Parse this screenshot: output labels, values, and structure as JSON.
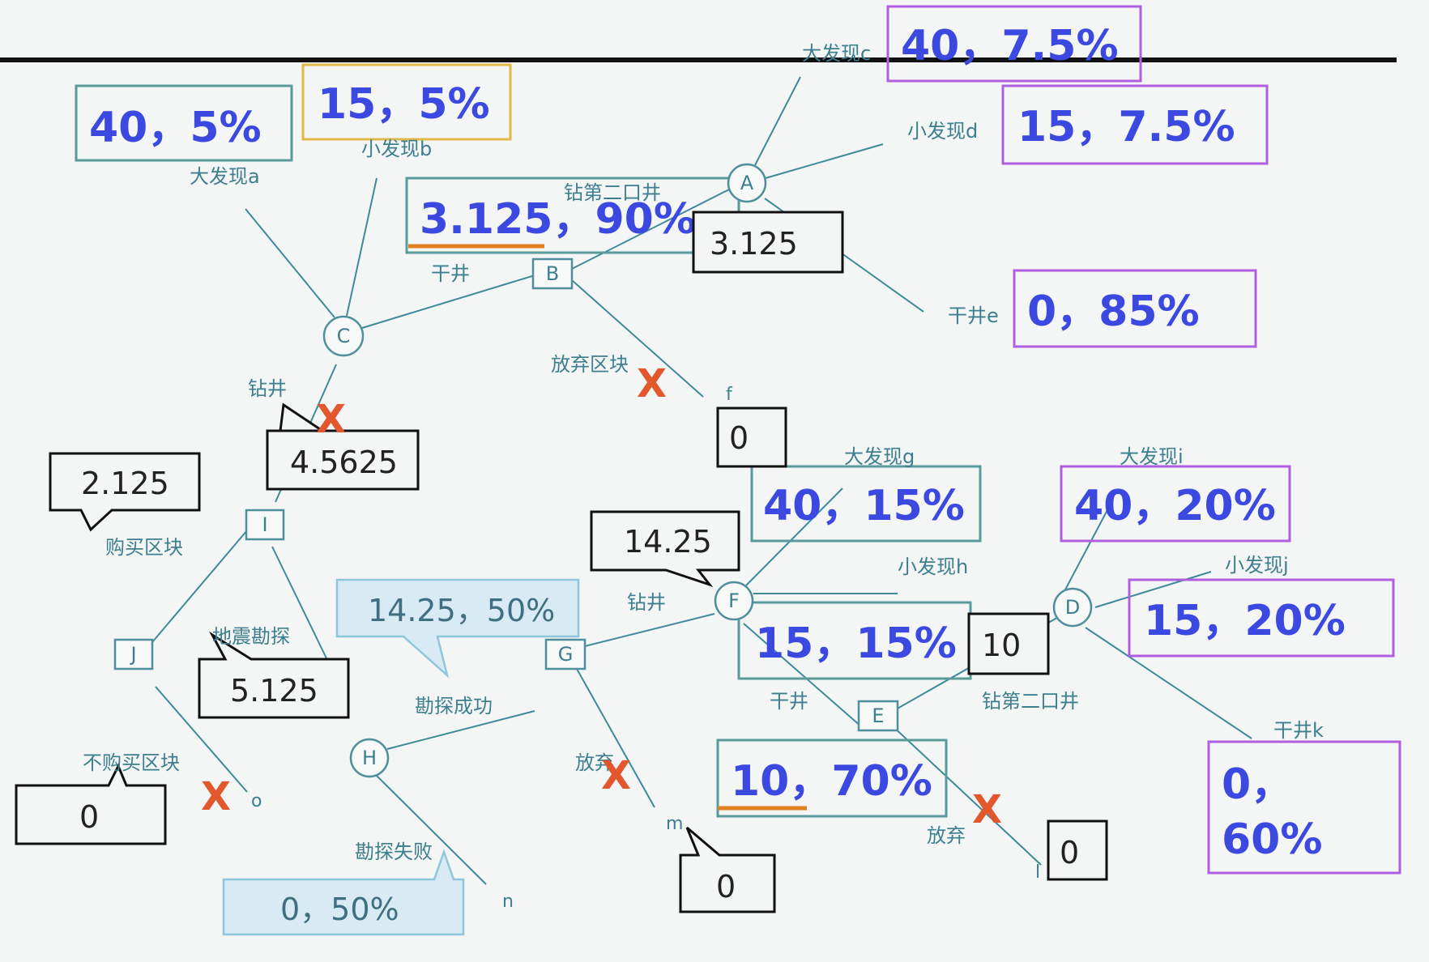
{
  "payoff_boxes": {
    "a": "40，5%",
    "b": "15，5%",
    "drill2_upper": "3.125，90%",
    "c": "40，7.5%",
    "d": "15，7.5%",
    "e": "0，85%",
    "g": "40，15%",
    "h": "15，15%",
    "drill2_lower": "10，70%",
    "i": "40，20%",
    "j": "15，20%",
    "k_line1": "0，",
    "k_line2": "60%",
    "survey_success": "14.25，50%",
    "survey_fail": "0，50%"
  },
  "values": {
    "A": "3.125",
    "abandon_block_value": "0",
    "drill_C": "4.5625",
    "buy_block": "2.125",
    "survey": "5.125",
    "not_buy": "0",
    "drill_F": "14.25",
    "E": "10",
    "abandon_E": "0",
    "abandon_G": "0"
  },
  "nodes": {
    "A": "A",
    "B": "B",
    "C": "C",
    "D": "D",
    "E": "E",
    "F": "F",
    "G": "G",
    "H": "H",
    "I": "I",
    "J": "J"
  },
  "edge_labels": {
    "big_a": "大发现a",
    "small_b": "小发现b",
    "drill_second_upper": "钻第二口井",
    "big_c": "大发现c",
    "small_d": "小发现d",
    "dry_e": "干井e",
    "dry_upper": "干井",
    "abandon_block": "放弃区块",
    "drill_upper": "钻井",
    "buy_block": "购买区块",
    "seismic": "地震勘探",
    "not_buy": "不购买区块",
    "survey_success": "勘探成功",
    "survey_fail": "勘探失败",
    "abandon_g": "放弃",
    "drill_lower": "钻井",
    "big_g": "大发现g",
    "small_h": "小发现h",
    "dry_lower": "干井",
    "drill_second_lower": "钻第二口井",
    "abandon_e": "放弃",
    "big_i": "大发现i",
    "small_j": "小发现j",
    "dry_k": "干井k"
  },
  "leaf_letters": {
    "f": "f",
    "l": "l",
    "m": "m",
    "n": "n",
    "o": "o"
  },
  "x_marks": "X",
  "colors": {
    "edge": "#3d8a9a",
    "payoff_text": "#3b49e0",
    "box_teal": "#5a9a9a",
    "box_yellow": "#e0b94a",
    "box_purple": "#b05ee0",
    "box_light": "#8ec6dc",
    "x_mark": "#e2572b",
    "underline": "#e08020"
  }
}
